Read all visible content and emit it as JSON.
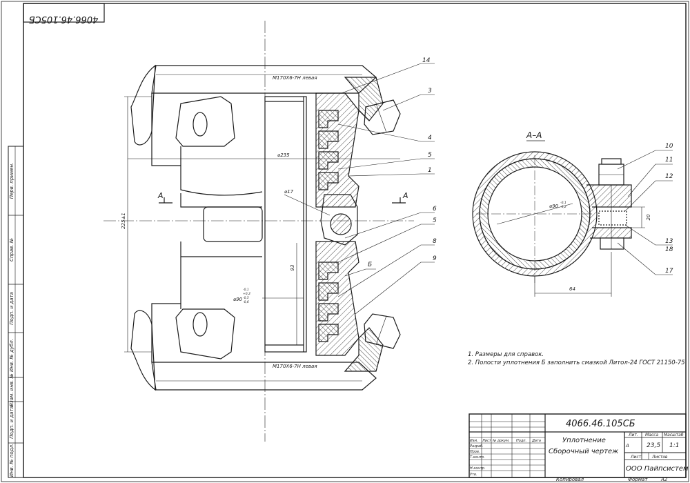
{
  "mirrored_code": "4066.46.105СБ",
  "side_stamp": [
    "Перв. примен.",
    "Справ. №",
    "Подп. и дата",
    "Инв. № дубл.",
    "Взам. инв. №",
    "Подп. и дата",
    "Инв. № подл."
  ],
  "threads": {
    "top": "М170Х6-7Н левая",
    "bottom": "М170Х6-7Н левая"
  },
  "dimensions": {
    "dia_235": "⌀235",
    "dia_17": "⌀17",
    "height_225": "225±1",
    "h_93": "93",
    "dia_90_main": "⌀90",
    "dia_90_tol": [
      "-0,1",
      "+0,2",
      "-0,5",
      "-0,6"
    ],
    "section_dia": "⌀90",
    "section_dia_tol": [
      "-0,1",
      "-0,2"
    ],
    "section_20": "20",
    "section_64": "64"
  },
  "section_marks": {
    "left": "А",
    "right": "А"
  },
  "section_title": "А–А",
  "label_b": "Б",
  "callouts_main": [
    "14",
    "3",
    "4",
    "5",
    "1",
    "6",
    "5",
    "8",
    "9"
  ],
  "callouts_section": [
    "10",
    "11",
    "12",
    "13",
    "18",
    "17"
  ],
  "notes": [
    "1. Размеры для справок.",
    "2. Полости уплотнения Б заполнить смазкой Литол-24 ГОСТ 21150-75"
  ],
  "title_block": {
    "code": "4066.46.105СБ",
    "name_line1": "Уплотнение",
    "name_line2": "Сборочный чертеж",
    "col_headers": [
      "Изм.",
      "Лист",
      "№ докум.",
      "Подп.",
      "Дата"
    ],
    "roles": [
      "Разраб.",
      "Пров.",
      "Т.контр.",
      "Н.контр.",
      "Утв."
    ],
    "lit_header": "Лит.",
    "mass_header": "Масса",
    "scale_header": "Масштаб",
    "lit_value": "А",
    "mass_value": "23,5",
    "scale_value": "1:1",
    "sheet_label": "Лист",
    "sheets_label": "Листов",
    "company": "ООО Пайпсистем"
  },
  "footer": {
    "copied": "Копировал",
    "format": "Формат",
    "format_value": "А2"
  },
  "colors": {
    "line": "#1a1a1a",
    "background": "#ffffff"
  }
}
